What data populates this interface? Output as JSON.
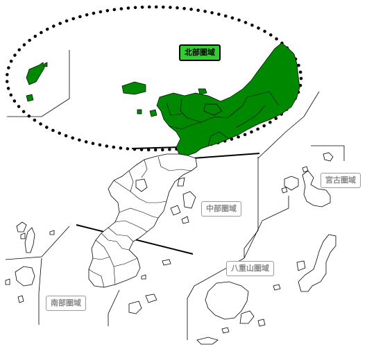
{
  "regions": {
    "north": {
      "label": "北部圏域",
      "fill": "#008800",
      "label_bg": "#33cc33"
    },
    "central": {
      "label": "中部圏域"
    },
    "miyako": {
      "label": "宮古圏域"
    },
    "yaeyama": {
      "label": "八重山圏域"
    },
    "south": {
      "label": "南部圏域"
    }
  },
  "colors": {
    "highlight": "#008800",
    "outline": "#000000",
    "label_grey": "#8a8a8a"
  }
}
